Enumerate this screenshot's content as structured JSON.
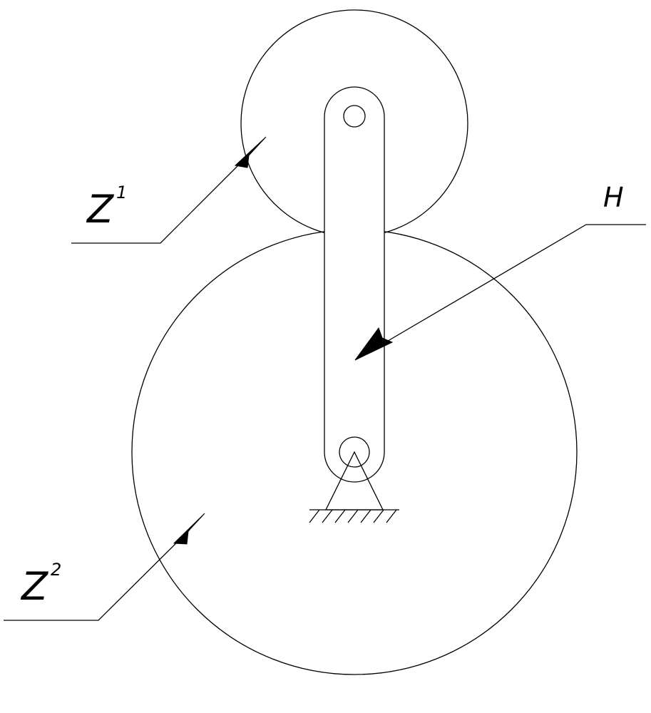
{
  "labels": {
    "gear1": {
      "letter": "Z",
      "index": "1"
    },
    "gear2": {
      "letter": "Z",
      "index": "2"
    },
    "carrier": {
      "letter": "H"
    }
  }
}
